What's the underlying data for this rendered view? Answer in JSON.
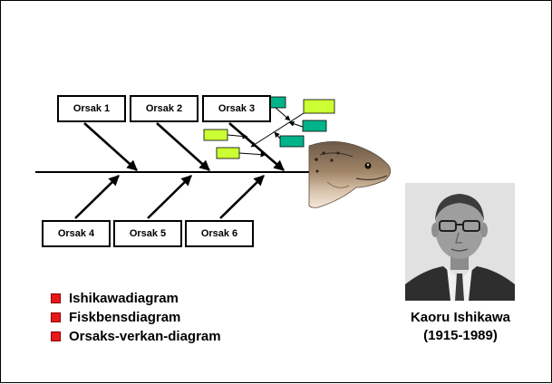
{
  "diagram": {
    "causes_top": [
      "Orsak 1",
      "Orsak 2",
      "Orsak 3"
    ],
    "causes_bottom": [
      "Orsak 4",
      "Orsak 5",
      "Orsak 6"
    ]
  },
  "bullets": [
    "Ishikawadiagram",
    "Fiskbensdiagram",
    "Orsaks-verkan-diagram"
  ],
  "person": {
    "name": "Kaoru Ishikawa",
    "years": "(1915-1989)"
  },
  "colors": {
    "bullet": "#e8181a",
    "sub_cause_green": "#ccff33",
    "sub_cause_teal": "#00b38a"
  }
}
